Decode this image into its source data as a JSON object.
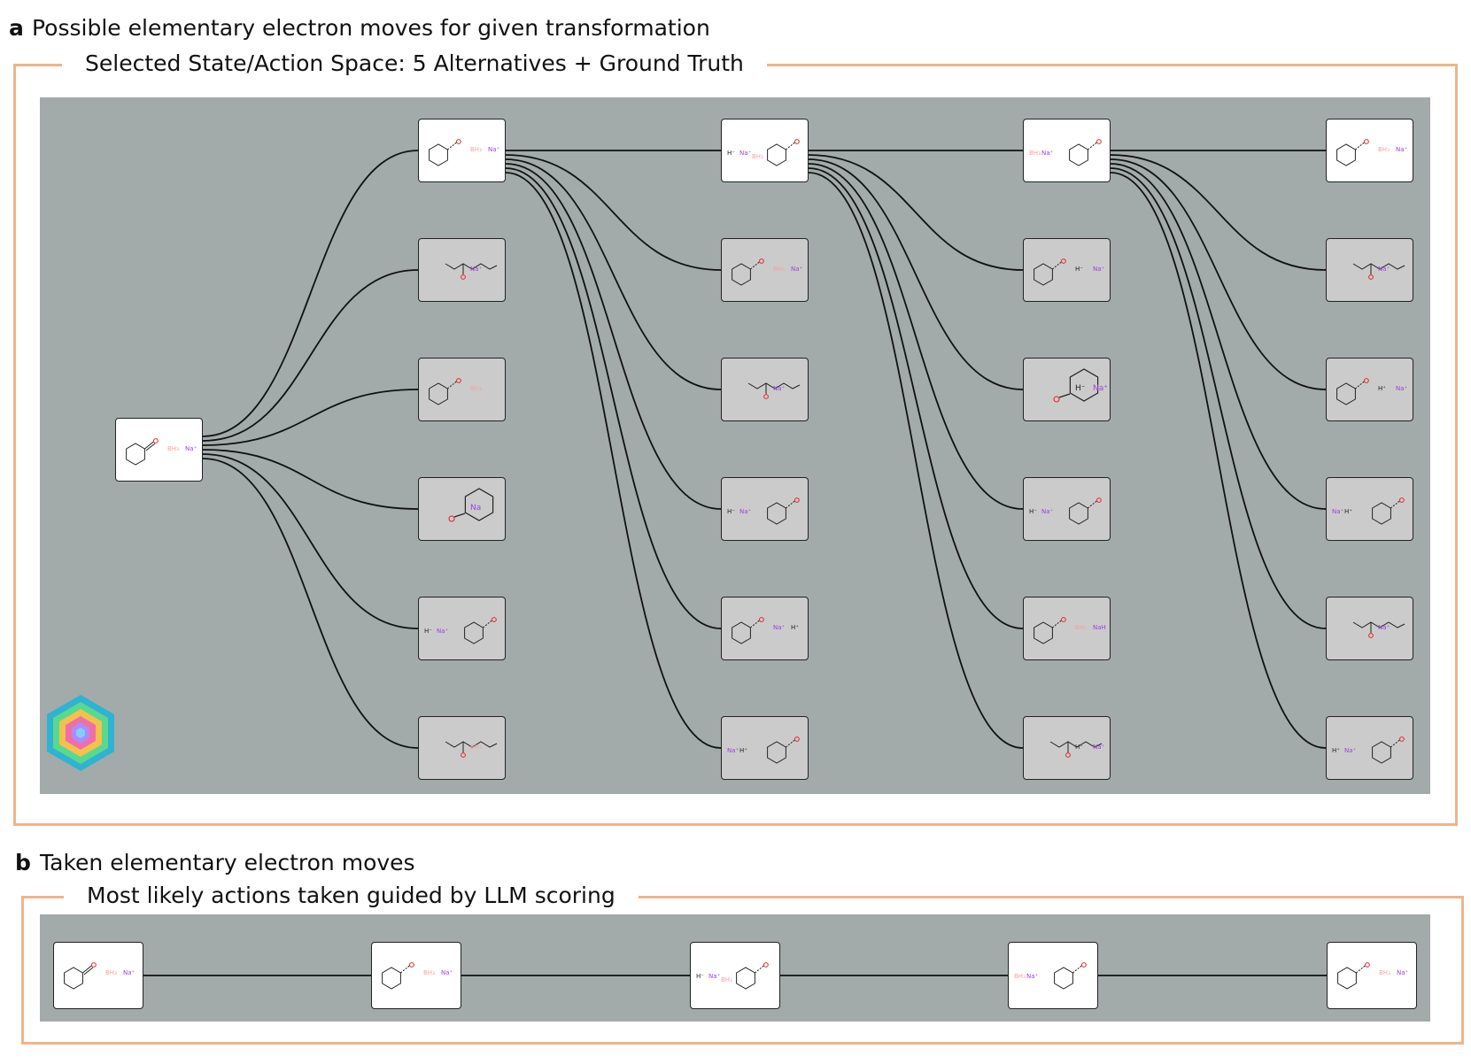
{
  "panel_a": {
    "label": "a",
    "title": "Possible elementary electron moves for given transformation",
    "caption": "Selected State/Action Space: 5 Alternatives + Ground Truth",
    "start": {
      "kind": "start",
      "texts": [
        {
          "t": "BH₃",
          "c": "p"
        },
        {
          "t": "Na⁺",
          "c": "v"
        }
      ]
    },
    "columns": [
      [
        {
          "kind": "alk",
          "texts": [
            {
              "t": "BH₃",
              "c": "p"
            },
            {
              "t": "Na⁺",
              "c": "v"
            }
          ]
        },
        {
          "kind": "chain",
          "texts": [
            {
              "t": "Na⁺",
              "c": "v"
            }
          ]
        },
        {
          "kind": "alk",
          "texts": [
            {
              "t": "BH₃",
              "c": "p"
            }
          ]
        },
        {
          "kind": "big",
          "texts": [
            {
              "t": "Na",
              "c": "v"
            }
          ]
        },
        {
          "kind": "ring",
          "texts": [
            {
              "t": "H⁻",
              "c": "k"
            },
            {
              "t": "Na⁺",
              "c": "v"
            }
          ]
        },
        {
          "kind": "chain",
          "texts": [
            {
              "t": "BH₃",
              "c": "p"
            }
          ]
        }
      ],
      [
        {
          "kind": "ring",
          "texts": [
            {
              "t": "H⁻",
              "c": "k"
            },
            {
              "t": "Na⁺",
              "c": "v"
            },
            {
              "t": "BH₃",
              "c": "p"
            }
          ]
        },
        {
          "kind": "alk",
          "texts": [
            {
              "t": "BH₃",
              "c": "p"
            },
            {
              "t": "Na⁺",
              "c": "v"
            }
          ]
        },
        {
          "kind": "chain",
          "texts": [
            {
              "t": "Na⁺",
              "c": "v"
            }
          ]
        },
        {
          "kind": "ring",
          "texts": [
            {
              "t": "H⁻",
              "c": "k"
            },
            {
              "t": "Na⁺",
              "c": "v"
            }
          ]
        },
        {
          "kind": "alk",
          "texts": [
            {
              "t": "Na⁺",
              "c": "v"
            },
            {
              "t": "H⁺",
              "c": "k"
            }
          ]
        },
        {
          "kind": "ring",
          "texts": [
            {
              "t": "Na⁺",
              "c": "v"
            },
            {
              "t": "H⁺",
              "c": "k"
            }
          ]
        }
      ],
      [
        {
          "kind": "ring",
          "texts": [
            {
              "t": "BH₃",
              "c": "p"
            },
            {
              "t": "Na⁺",
              "c": "v"
            }
          ]
        },
        {
          "kind": "alk",
          "texts": [
            {
              "t": "H⁻",
              "c": "k"
            },
            {
              "t": "Na⁺",
              "c": "v"
            }
          ]
        },
        {
          "kind": "big",
          "texts": [
            {
              "t": "H⁻",
              "c": "k"
            },
            {
              "t": "Na⁺",
              "c": "v"
            }
          ]
        },
        {
          "kind": "ring",
          "texts": [
            {
              "t": "H⁻",
              "c": "k"
            },
            {
              "t": "Na⁺",
              "c": "v"
            }
          ]
        },
        {
          "kind": "alk",
          "texts": [
            {
              "t": "BH₃",
              "c": "p"
            },
            {
              "t": "NaH",
              "c": "v"
            }
          ]
        },
        {
          "kind": "chain",
          "texts": [
            {
              "t": "H⁻",
              "c": "k"
            },
            {
              "t": "Na⁺",
              "c": "v"
            }
          ]
        }
      ],
      [
        {
          "kind": "alk",
          "texts": [
            {
              "t": "BH₃",
              "c": "p"
            },
            {
              "t": "Na⁺",
              "c": "v"
            }
          ]
        },
        {
          "kind": "chain",
          "texts": [
            {
              "t": "Na⁺",
              "c": "v"
            }
          ]
        },
        {
          "kind": "alk",
          "texts": [
            {
              "t": "H⁺",
              "c": "k"
            },
            {
              "t": "Na⁺",
              "c": "v"
            }
          ]
        },
        {
          "kind": "ring",
          "texts": [
            {
              "t": "Na⁺",
              "c": "v"
            },
            {
              "t": "H⁺",
              "c": "k"
            }
          ]
        },
        {
          "kind": "chain",
          "texts": [
            {
              "t": "Na⁺",
              "c": "v"
            }
          ]
        },
        {
          "kind": "ring",
          "texts": [
            {
              "t": "H⁺",
              "c": "k"
            },
            {
              "t": "Na⁺",
              "c": "v"
            }
          ]
        }
      ]
    ]
  },
  "panel_b": {
    "label": "b",
    "title": "Taken  elementary electron moves",
    "caption": "Most likely actions taken guided by LLM scoring",
    "path": [
      {
        "kind": "start",
        "texts": [
          {
            "t": "BH₃",
            "c": "p"
          },
          {
            "t": "Na⁺",
            "c": "v"
          }
        ]
      },
      {
        "kind": "alk",
        "texts": [
          {
            "t": "BH₃",
            "c": "p"
          },
          {
            "t": "Na⁺",
            "c": "v"
          }
        ]
      },
      {
        "kind": "ring",
        "texts": [
          {
            "t": "H⁻",
            "c": "k"
          },
          {
            "t": "Na⁺",
            "c": "v"
          },
          {
            "t": "BH₃",
            "c": "p"
          }
        ]
      },
      {
        "kind": "ring",
        "texts": [
          {
            "t": "BH₃",
            "c": "p"
          },
          {
            "t": "Na⁺",
            "c": "v"
          }
        ]
      },
      {
        "kind": "alk",
        "texts": [
          {
            "t": "BH₃",
            "c": "p"
          },
          {
            "t": "Na⁺",
            "c": "v"
          }
        ]
      }
    ]
  },
  "colors": {
    "frame": "#f0b488",
    "canvas": "#a2abaa",
    "truth_node": "#ffffff",
    "alt_node": "#cbcbcb",
    "link": "#111111",
    "oxygen": "#e8232b",
    "sodium": "#9b42e0",
    "boron": "#f5a0a0"
  }
}
